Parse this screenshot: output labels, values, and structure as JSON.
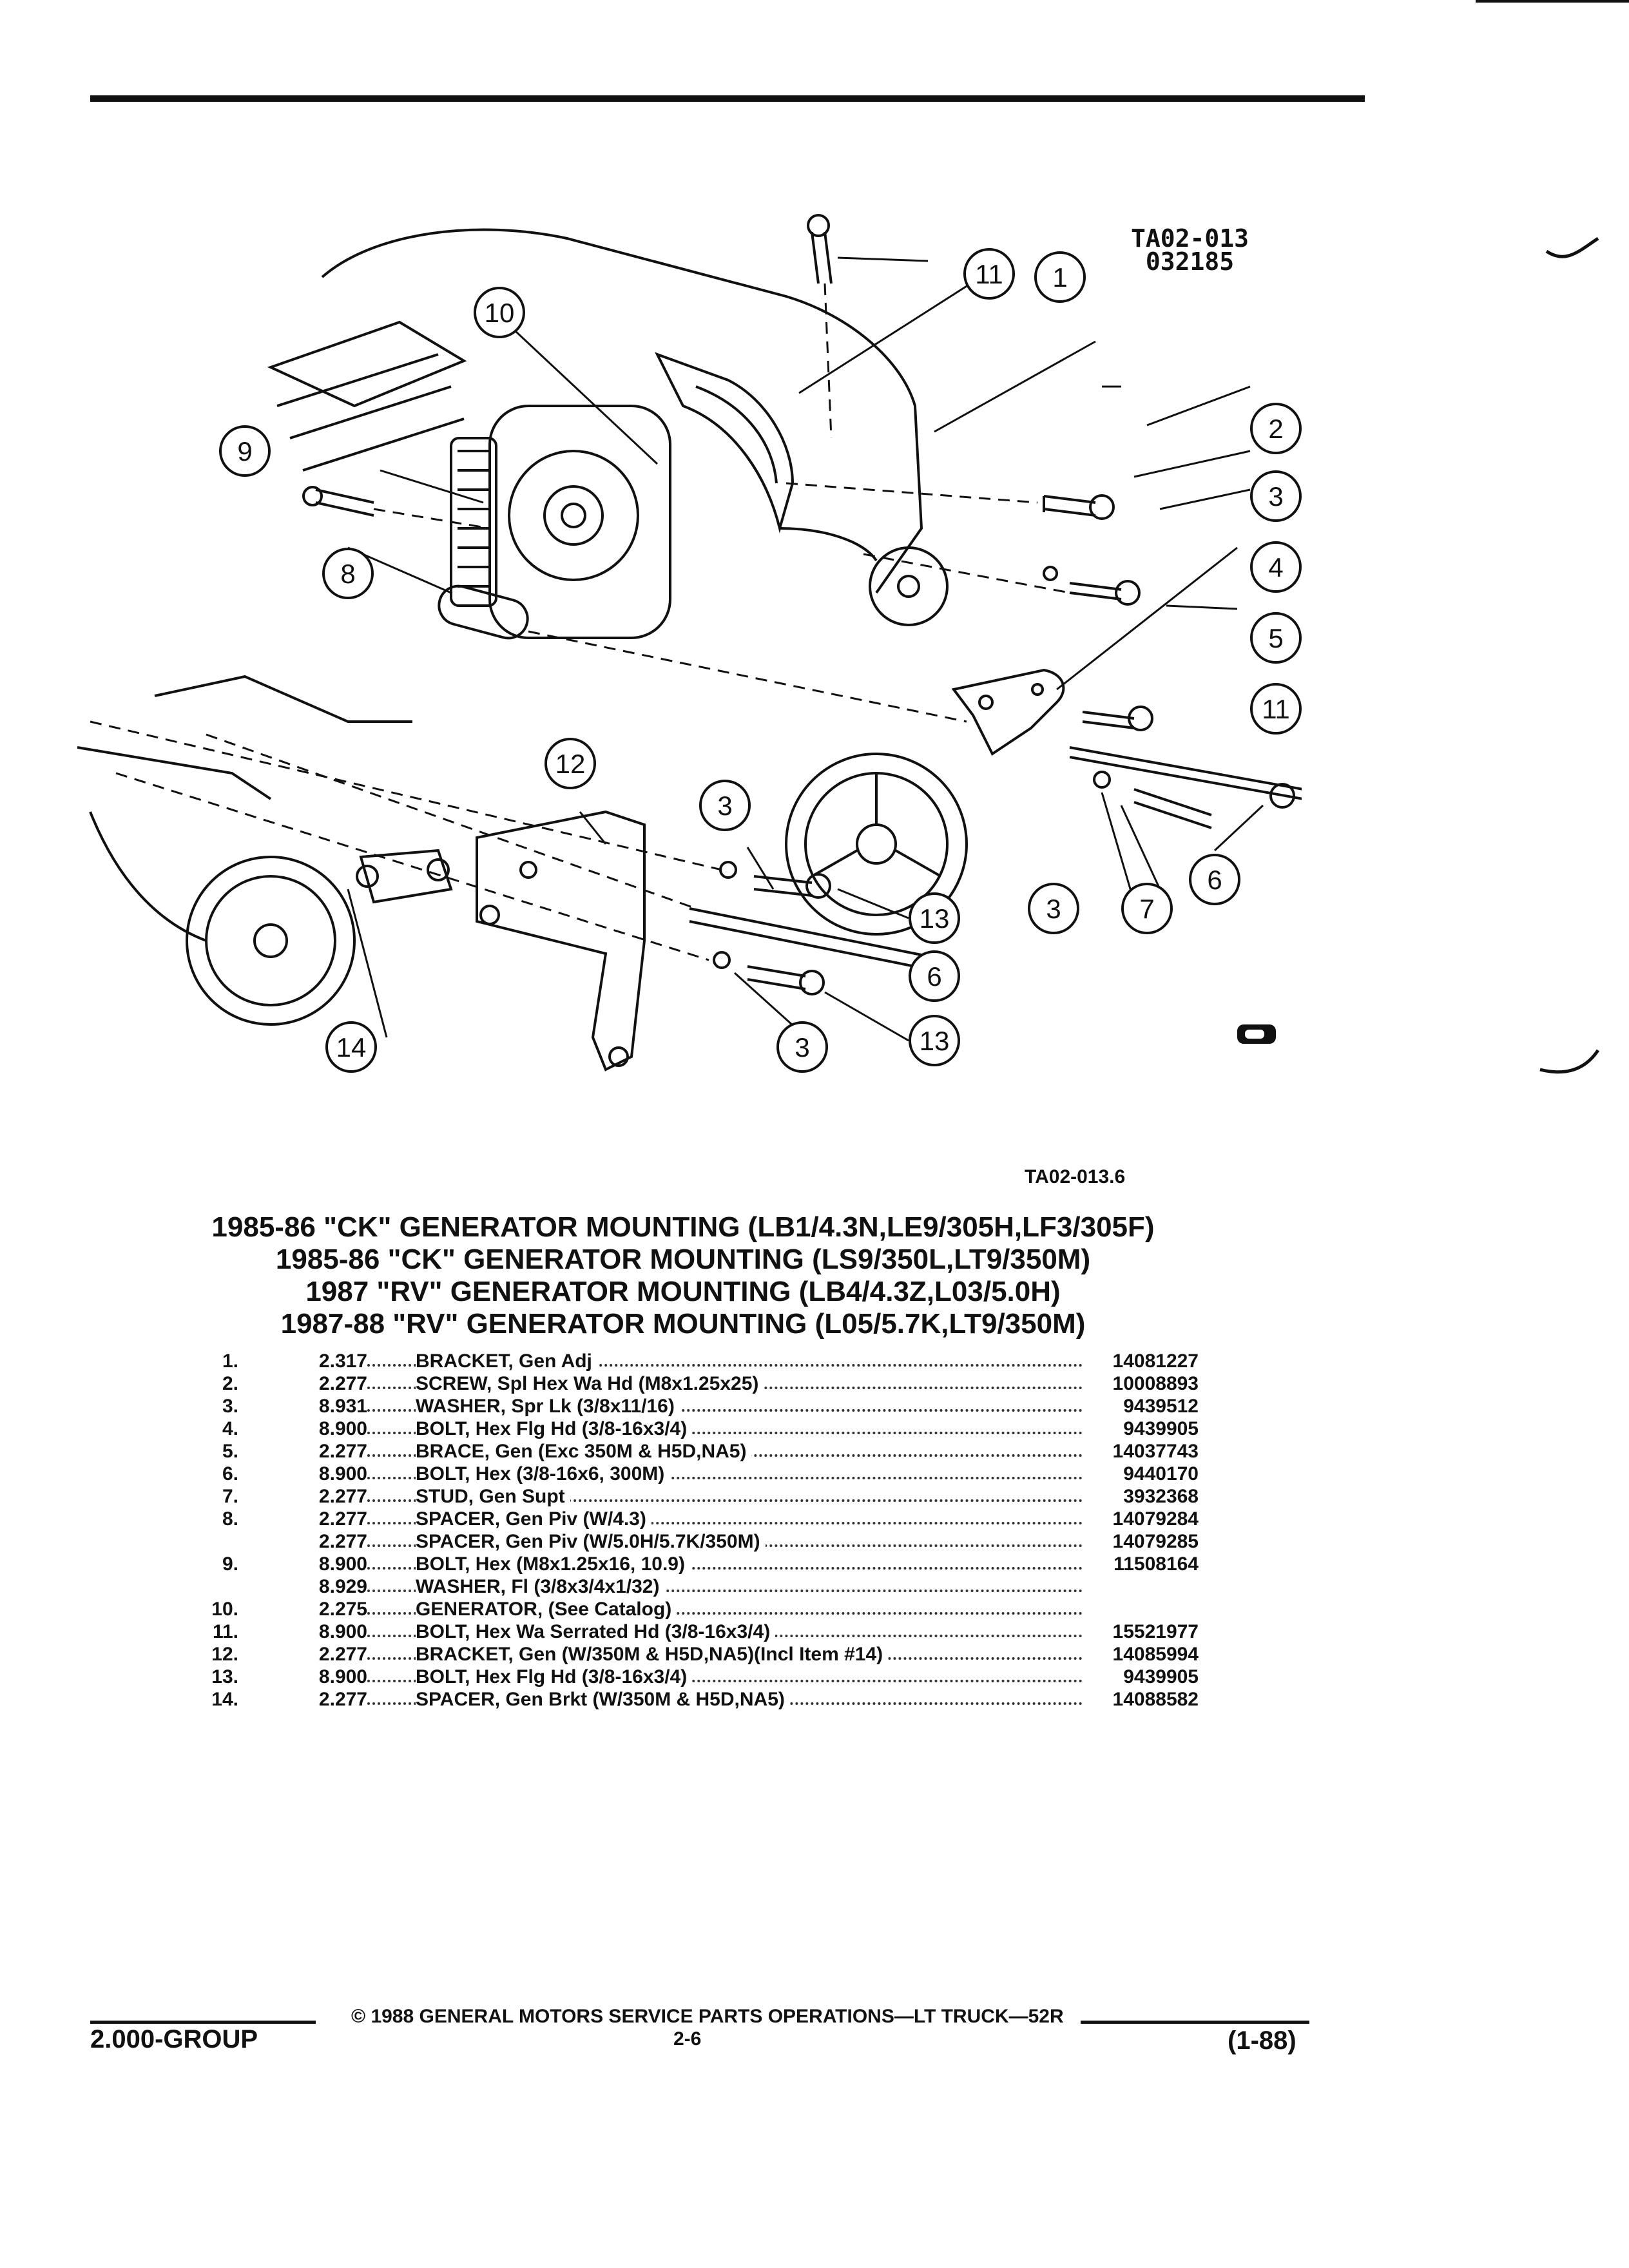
{
  "diagram": {
    "ref_code": "TA02-013",
    "ref_date": "032185",
    "callouts": [
      "1",
      "2",
      "3",
      "4",
      "5",
      "6",
      "7",
      "8",
      "9",
      "10",
      "11",
      "12",
      "13",
      "14"
    ]
  },
  "figure_caption": "TA02-013.6",
  "titles": [
    "1985-86 \"CK\" GENERATOR MOUNTING (LB1/4.3N,LE9/305H,LF3/305F)",
    "1985-86 \"CK\" GENERATOR MOUNTING (LS9/350L,LT9/350M)",
    "1987 \"RV\" GENERATOR MOUNTING (LB4/4.3Z,L03/5.0H)",
    "1987-88 \"RV\" GENERATOR MOUNTING (L05/5.7K,LT9/350M)"
  ],
  "parts": [
    {
      "item": "1.",
      "group": "2.317",
      "desc": "BRACKET, Gen Adj",
      "part": "14081227"
    },
    {
      "item": "2.",
      "group": "2.277",
      "desc": "SCREW, Spl Hex Wa Hd (M8x1.25x25)",
      "part": "10008893"
    },
    {
      "item": "3.",
      "group": "8.931",
      "desc": "WASHER, Spr Lk (3/8x11/16)",
      "part": "9439512"
    },
    {
      "item": "4.",
      "group": "8.900",
      "desc": "BOLT, Hex Flg Hd (3/8-16x3/4)",
      "part": "9439905"
    },
    {
      "item": "5.",
      "group": "2.277",
      "desc": "BRACE, Gen (Exc 350M & H5D,NA5)",
      "part": "14037743"
    },
    {
      "item": "6.",
      "group": "8.900",
      "desc": "BOLT, Hex (3/8-16x6, 300M)",
      "part": "9440170"
    },
    {
      "item": "7.",
      "group": "2.277",
      "desc": "STUD, Gen Supt",
      "part": "3932368"
    },
    {
      "item": "8.",
      "group": "2.277",
      "desc": "SPACER, Gen Piv (W/4.3)",
      "part": "14079284"
    },
    {
      "item": "",
      "group": "2.277",
      "desc": "SPACER, Gen Piv (W/5.0H/5.7K/350M)",
      "part": "14079285"
    },
    {
      "item": "9.",
      "group": "8.900",
      "desc": "BOLT, Hex (M8x1.25x16, 10.9)",
      "part": "11508164"
    },
    {
      "item": "",
      "group": "8.929",
      "desc": "WASHER, Fl (3/8x3/4x1/32)",
      "part": ""
    },
    {
      "item": "10.",
      "group": "2.275",
      "desc": "GENERATOR, (See Catalog)",
      "part": ""
    },
    {
      "item": "11.",
      "group": "8.900",
      "desc": "BOLT, Hex Wa Serrated Hd (3/8-16x3/4)",
      "part": "15521977"
    },
    {
      "item": "12.",
      "group": "2.277",
      "desc": "BRACKET, Gen (W/350M & H5D,NA5)(Incl Item #14)",
      "part": "14085994"
    },
    {
      "item": "13.",
      "group": "8.900",
      "desc": "BOLT, Hex Flg Hd (3/8-16x3/4)",
      "part": "9439905"
    },
    {
      "item": "14.",
      "group": "2.277",
      "desc": "SPACER, Gen Brkt (W/350M & H5D,NA5)",
      "part": "14088582"
    }
  ],
  "footer": {
    "copyright": "© 1988 GENERAL MOTORS SERVICE PARTS OPERATIONS—LT TRUCK—52R",
    "group": "2.000-GROUP",
    "page": "2-6",
    "date_code": "(1-88)"
  }
}
